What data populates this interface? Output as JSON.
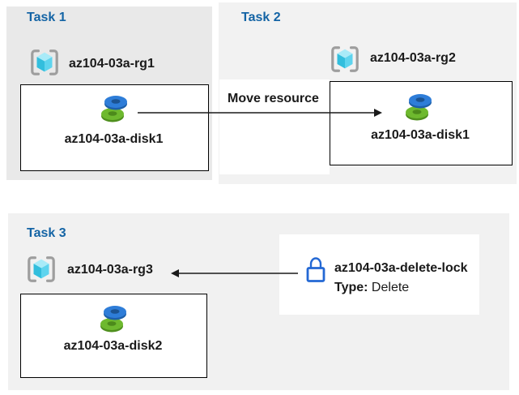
{
  "colors": {
    "task_title_blue": "#1464A5",
    "task1_background": "#e9e9e9",
    "task2_background": "#f2f2f2",
    "task3_background": "#f1f1f1",
    "inner_box_border": "#000000",
    "arrow_black": "#1a1a1a",
    "lock_blue": "#2368D4",
    "disk_blue": "#2E7DD8",
    "disk_blue_dark": "#1D5FA9",
    "disk_green": "#6EB92E",
    "disk_green_dark": "#4F8F1E",
    "cube_cyan_left": "#32BEDD",
    "cube_cyan_right": "#5ED4EE",
    "cube_cyan_top": "#A9EBF8",
    "bracket_gray": "#9E9E9E"
  },
  "tasks": [
    {
      "title": "Task 1",
      "resource_group": {
        "name": "az104-03a-rg1",
        "icon": "resource-group-icon"
      },
      "resource": {
        "name": "az104-03a-disk1",
        "icon": "disk-icon"
      }
    },
    {
      "title": "Task 2",
      "resource_group": {
        "name": "az104-03a-rg2",
        "icon": "resource-group-icon"
      },
      "resource": {
        "name": "az104-03a-disk1",
        "icon": "disk-icon"
      }
    },
    {
      "title": "Task 3",
      "resource_group": {
        "name": "az104-03a-rg3",
        "icon": "resource-group-icon"
      },
      "resource": {
        "name": "az104-03a-disk2",
        "icon": "disk-icon"
      }
    }
  ],
  "annotations": {
    "move_arrow": {
      "label": "Move resource"
    },
    "lock": {
      "name": "az104-03a-delete-lock",
      "type_label": "Type:",
      "type_value": " Delete",
      "icon": "lock-icon"
    }
  }
}
